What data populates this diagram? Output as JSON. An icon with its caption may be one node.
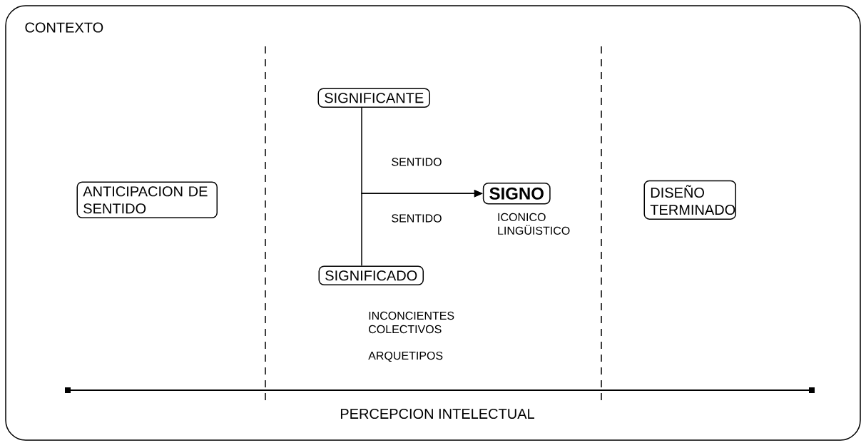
{
  "diagram": {
    "nodes": [
      {
        "text": [
          "CONTEXTO"
        ]
      },
      {
        "text": [
          "SIGNIFICANTE"
        ],
        "in": 0
      },
      {
        "text": [
          "ANTICIPACION DE SENTIDO"
        ],
        "in": 0
      },
      {
        "text": [
          "SIGNO"
        ],
        "in": 0,
        "beside": [
          "ICONICO LINGÜISTICO"
        ]
      },
      {
        "text": [
          "DISEÑO TERMINADO"
        ],
        "in": 0
      },
      {
        "text": [
          "SIGNIFICADO"
        ],
        "in": 0
      }
    ],
    "edges": [
      {
        "from": 1,
        "to": 3,
        "arrow": "to",
        "label": "SENTIDO"
      },
      {
        "from": 5,
        "to": 3,
        "arrow": "to",
        "label": "SENTIDO"
      }
    ],
    "labels": [
      "INCONCIENTES COLECTIVOS",
      "ARQUETIPOS",
      "PERCEPCION INTELECTUAL"
    ]
  }
}
